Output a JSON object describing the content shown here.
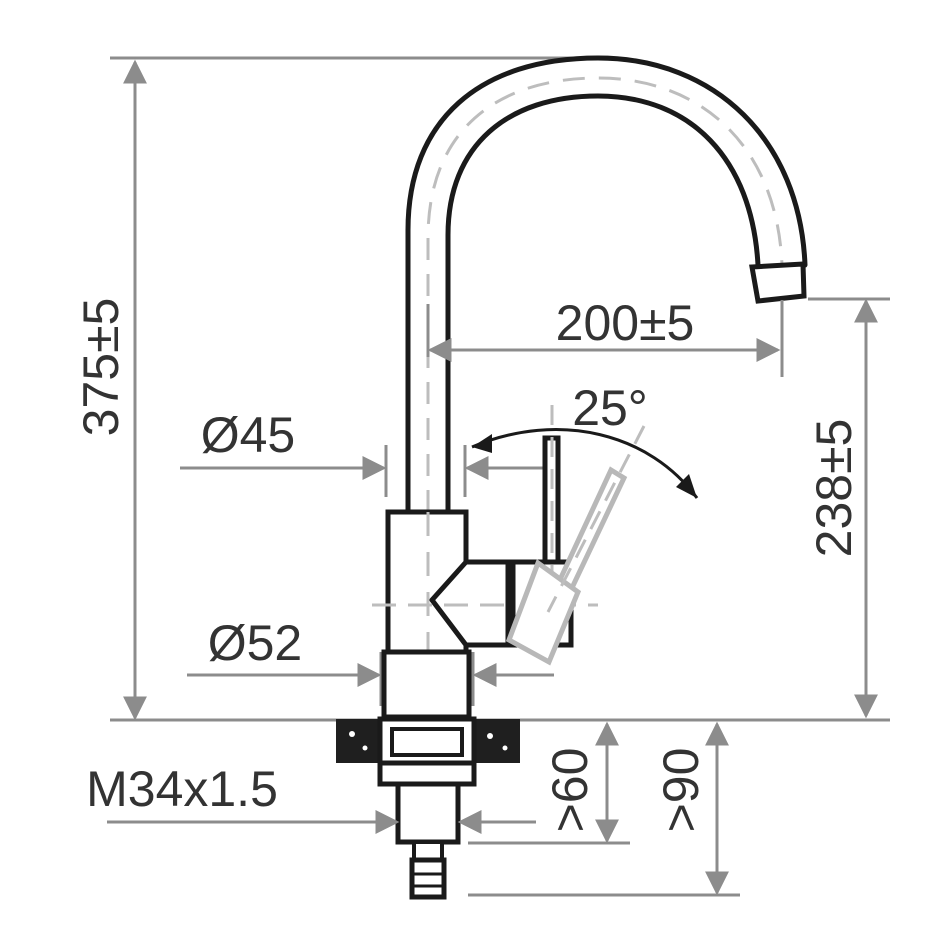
{
  "diagram": {
    "dimensions": {
      "overall_height": "375±5",
      "spout_reach": "200±5",
      "spout_height": "238±5",
      "handle_angle": "25°",
      "upper_diameter": "Ø45",
      "base_diameter": "Ø52",
      "thread": "M34x1.5",
      "min_depth_1": ">60",
      "min_depth_2": ">90"
    },
    "colors": {
      "outline": "#1a1a1a",
      "dimension_line": "#8c8c8c",
      "center_line": "#bdbdbd",
      "text": "#333333",
      "background": "#ffffff"
    }
  }
}
